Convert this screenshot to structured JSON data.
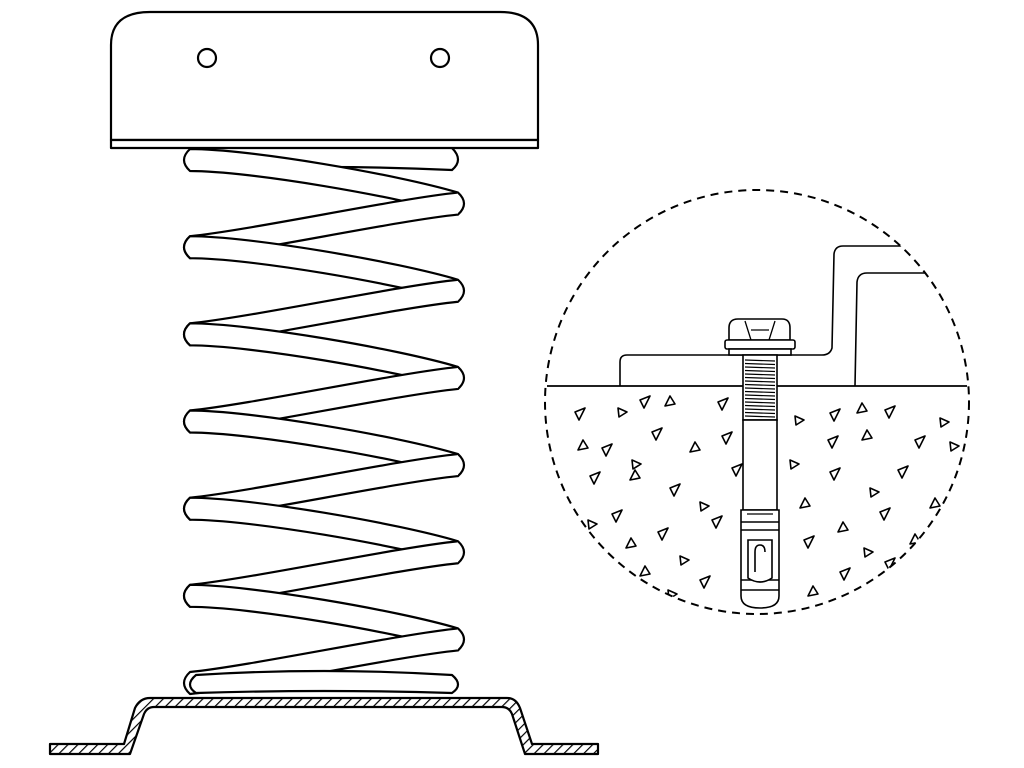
{
  "diagram": {
    "colors": {
      "stroke": "#000000",
      "background": "#ffffff"
    },
    "components": [
      "spring-mount-top-cap",
      "coil-spring",
      "base-bracket",
      "detail-callout-circle",
      "bracket-flange",
      "concrete-surface",
      "concrete-aggregate",
      "hex-nut",
      "washer",
      "anchor-bolt",
      "anchor-expansion-sleeve",
      "anchor-wedge-clip"
    ],
    "coil_count": 6
  }
}
